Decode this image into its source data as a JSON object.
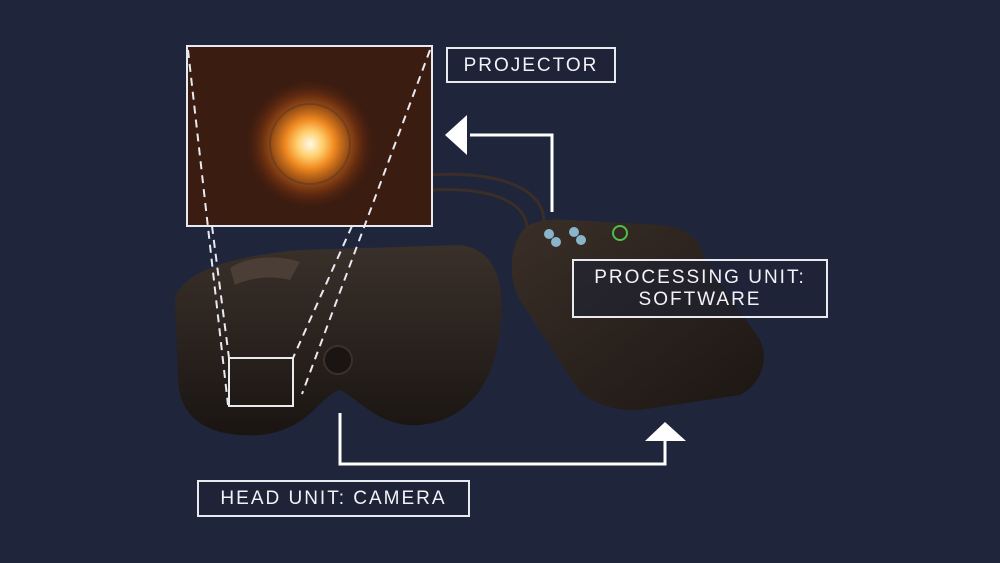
{
  "diagram": {
    "background_color": "#1f253a",
    "labels": {
      "projector": "PROJECTOR",
      "processing_line1": "PROCESSING UNIT:",
      "processing_line2": "SOFTWARE",
      "head_unit": "HEAD UNIT: CAMERA"
    },
    "colors": {
      "line": "#ffffff",
      "glow": "#ff9a2a",
      "device": "#2a211d"
    }
  }
}
